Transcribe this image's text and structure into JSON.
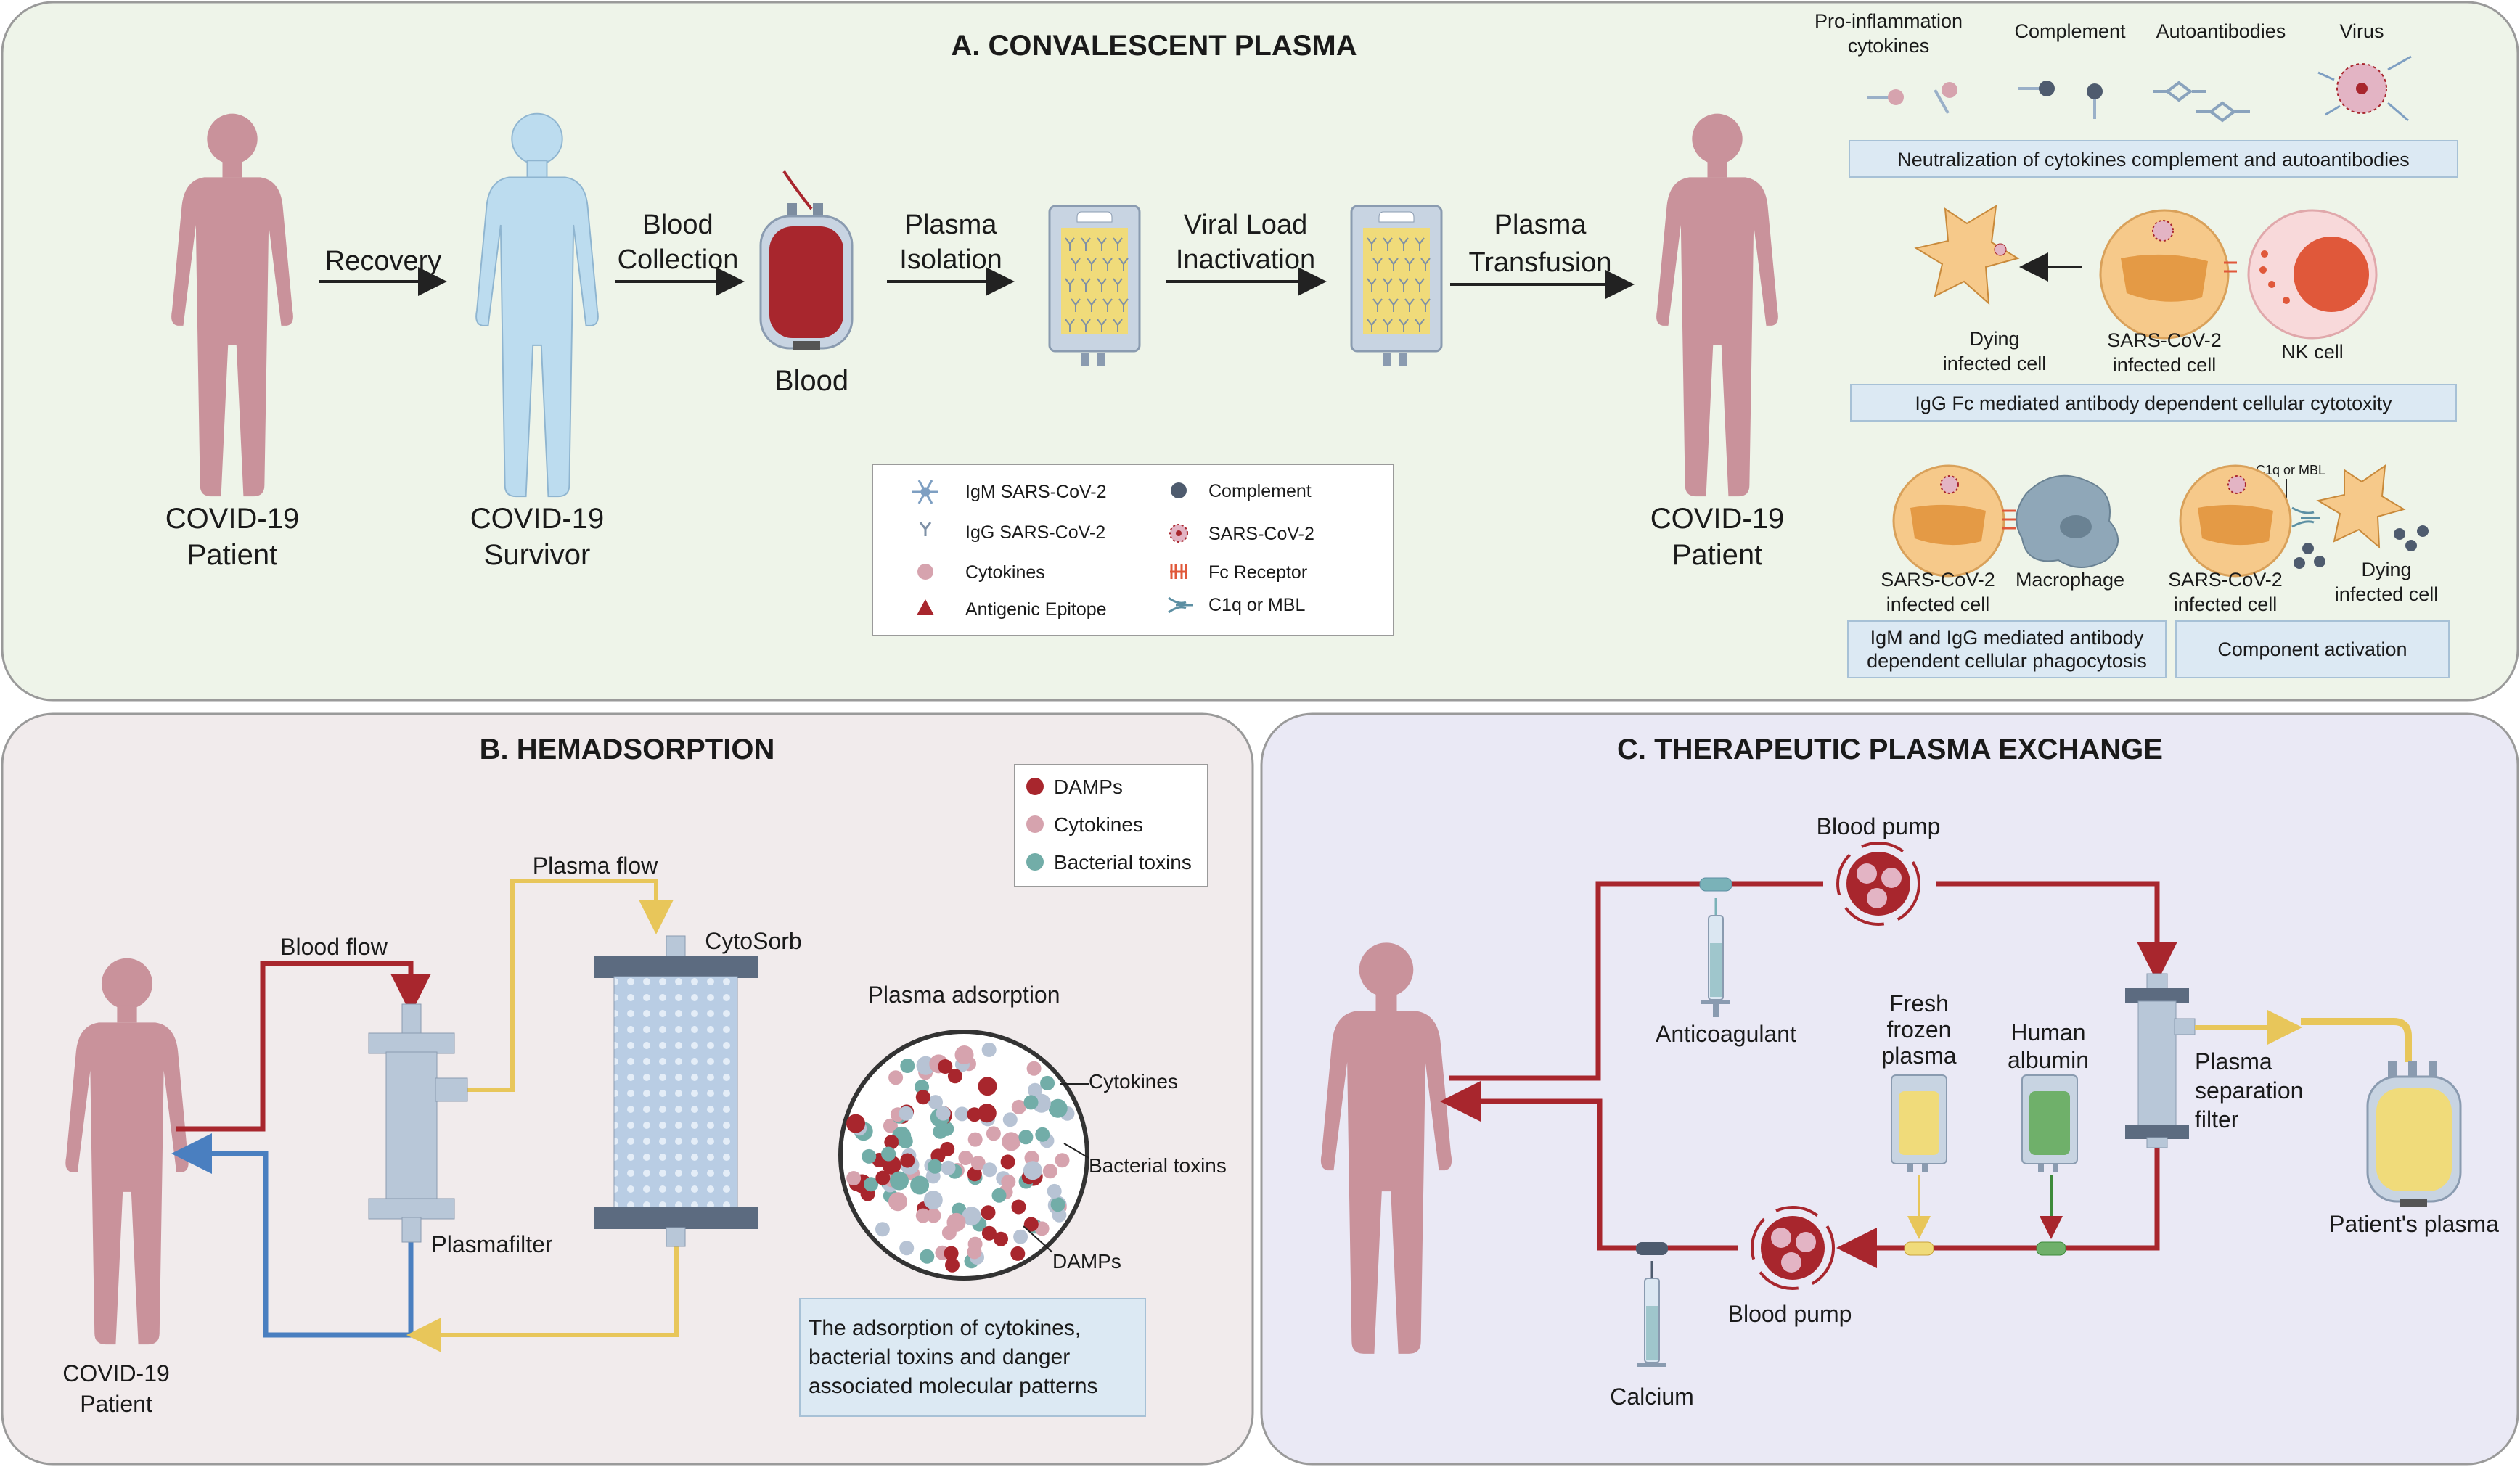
{
  "panels": {
    "a": {
      "title": "A. CONVALESCENT PLASMA",
      "patient_line1": "COVID-19",
      "patient_line2": "Patient",
      "survivor_line1": "COVID-19",
      "survivor_line2": "Survivor",
      "recovery": "Recovery",
      "blood_collection_line1": "Blood",
      "blood_collection_line2": "Collection",
      "blood": "Blood",
      "plasma_isolation_line1": "Plasma",
      "plasma_isolation_line2": "Isolation",
      "viral_inactivation_line1": "Viral Load",
      "viral_inactivation_line2": "Inactivation",
      "transfusion_line1": "Plasma",
      "transfusion_line2": "Transfusion",
      "patient2_line1": "COVID-19",
      "patient2_line2": "Patient",
      "legend": {
        "igm": "IgM SARS-CoV-2",
        "igg": "IgG SARS-CoV-2",
        "cytokines": "Cytokines",
        "epitope": "Antigenic Epitope",
        "complement": "Complement",
        "sarscov2": "SARS-CoV-2",
        "fc_receptor": "Fc Receptor",
        "c1q": "C1q or MBL"
      },
      "mechanisms": {
        "proinflam_line1": "Pro-inflammation",
        "proinflam_line2": "cytokines",
        "complement": "Complement",
        "autoantibodies": "Autoantibodies",
        "virus": "Virus",
        "neutralization_box": "Neutralization of cytokines complement and autoantibodies",
        "dying1_line1": "Dying",
        "dying1_line2": "infected cell",
        "sars1_line1": "SARS-CoV-2",
        "sars1_line2": "infected cell",
        "nk_cell": "NK cell",
        "adcc_box": "IgG Fc mediated antibody dependent cellular cytotoxity",
        "c1q_small": "C1q or MBL",
        "sars2_line1": "SARS-CoV-2",
        "sars2_line2": "infected cell",
        "macrophage": "Macrophage",
        "sars3_line1": "SARS-CoV-2",
        "sars3_line2": "infected cell",
        "dying2_line1": "Dying",
        "dying2_line2": "infected cell",
        "adcp_box_line1": "IgM and IgG mediated antibody",
        "adcp_box_line2": "dependent cellular phagocytosis",
        "complement_box": "Component activation"
      }
    },
    "b": {
      "title": "B. HEMADSORPTION",
      "plasma_flow": "Plasma flow",
      "blood_flow": "Blood flow",
      "cytosorb": "CytoSorb",
      "plasmafilter": "Plasmafilter",
      "patient_line1": "COVID-19",
      "patient_line2": "Patient",
      "plasma_adsorption": "Plasma adsorption",
      "cytokines_label": "Cytokines",
      "toxins_label": "Bacterial toxins",
      "damps_label": "DAMPs",
      "legend": {
        "damps": "DAMPs",
        "cytokines": "Cytokines",
        "toxins": "Bacterial toxins"
      },
      "info_line1": "The adsorption of cytokines,",
      "info_line2": "bacterial toxins and danger",
      "info_line3": "associated molecular patterns"
    },
    "c": {
      "title": "C. THERAPEUTIC PLASMA EXCHANGE",
      "blood_pump_top": "Blood pump",
      "anticoagulant": "Anticoagulant",
      "ffp_line1": "Fresh",
      "ffp_line2": "frozen",
      "ffp_line3": "plasma",
      "albumin_line1": "Human",
      "albumin_line2": "albumin",
      "filter_line1": "Plasma",
      "filter_line2": "separation",
      "filter_line3": "filter",
      "patients_plasma": "Patient's plasma",
      "blood_pump_bottom": "Blood pump",
      "calcium": "Calcium"
    }
  },
  "colors": {
    "panel_a_bg": "#eef4e9",
    "panel_b_bg": "#f1ebec",
    "panel_c_bg": "#eae9f5",
    "patient": "#c9929b",
    "survivor": "#bcdcef",
    "blood": "#a8262d",
    "plasma": "#f0db7a",
    "damps": "#a8262d",
    "cytokines": "#d6a3ae",
    "toxins": "#72ada8",
    "flow_blue": "#4a7fc0",
    "flow_yellow": "#e8c65a",
    "info_box": "#dce9f3"
  },
  "icons": [
    "human-figure-icon",
    "blood-bag-icon",
    "plasma-bag-icon",
    "arrow-icon",
    "blood-pump-icon",
    "syringe-icon",
    "filter-icon",
    "antibody-icon",
    "virus-icon",
    "cell-icon"
  ]
}
